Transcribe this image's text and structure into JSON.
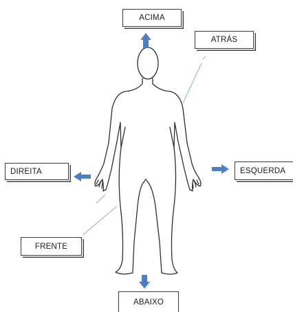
{
  "labels": {
    "acima": "ACIMA",
    "atras": "ATRÁS",
    "direita": "DIREITA",
    "esquerda": "ESQUERDA",
    "frente": "FRENTE",
    "abaixo": "ABAIXO"
  },
  "colors": {
    "arrow": "#4f7fbf",
    "guide_line": "#a6c3e0",
    "outline": "#2e2e2e",
    "box_border": "#3a3a3a"
  },
  "icons": [
    "arrow-up-icon",
    "arrow-down-icon",
    "arrow-left-icon",
    "arrow-right-icon",
    "human-body-outline"
  ]
}
